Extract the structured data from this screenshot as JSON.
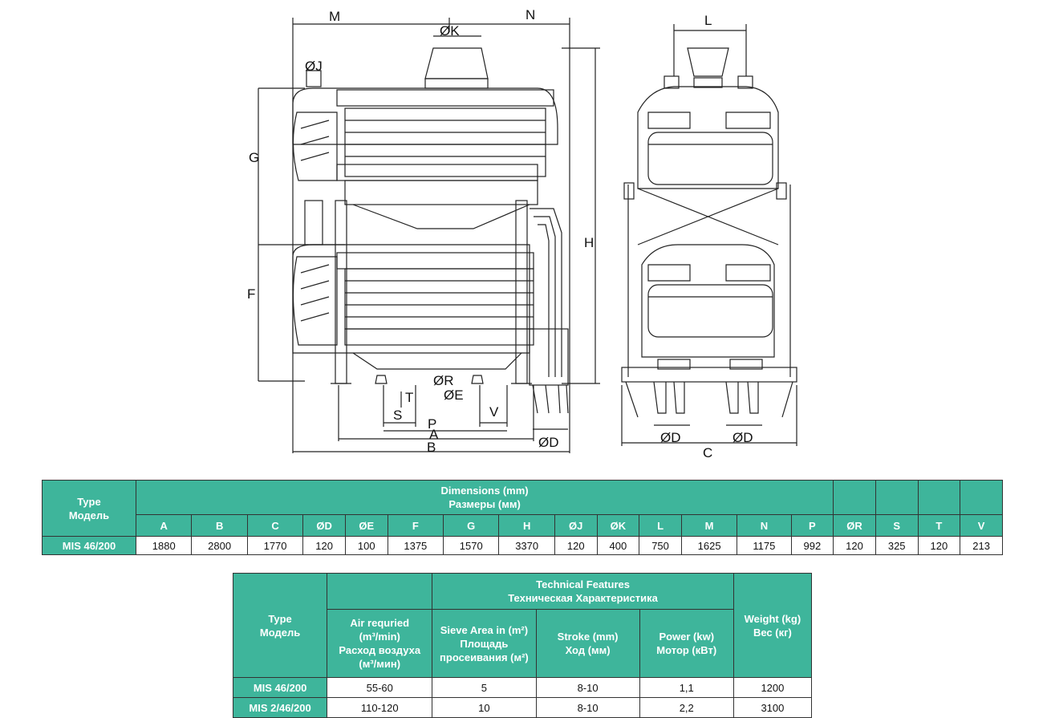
{
  "drawing": {
    "labels": {
      "M": "M",
      "N": "N",
      "K": "ØK",
      "J": "ØJ",
      "G": "G",
      "F": "F",
      "H": "H",
      "R": "ØR",
      "E": "ØE",
      "T": "T",
      "S": "S",
      "V": "V",
      "P": "P",
      "A": "A",
      "B": "B",
      "D": "ØD",
      "L": "L",
      "C": "C",
      "D1": "ØD",
      "D2": "ØD"
    }
  },
  "dimensions_table": {
    "type_header_en": "Type",
    "type_header_ru": "Модель",
    "dim_header_en": "Dimensions (mm)",
    "dim_header_ru": "Размеры (мм)",
    "columns": [
      "A",
      "B",
      "C",
      "ØD",
      "ØE",
      "F",
      "G",
      "H",
      "ØJ",
      "ØK",
      "L",
      "M",
      "N",
      "P",
      "ØR",
      "S",
      "T",
      "V"
    ],
    "rows": [
      {
        "model": "MIS 46/200",
        "values": [
          "1880",
          "2800",
          "1770",
          "120",
          "100",
          "1375",
          "1570",
          "3370",
          "120",
          "400",
          "750",
          "1625",
          "1175",
          "992",
          "120",
          "325",
          "120",
          "213"
        ]
      }
    ]
  },
  "tech_table": {
    "features_en": "Technical Features",
    "features_ru": "Техническая Характеристика",
    "type_en": "Type",
    "type_ru": "Модель",
    "air_en": "Air requried",
    "air_unit_en": "(m³/min)",
    "air_ru": "Расход воздуха",
    "air_unit_ru": "(м³/мин)",
    "sieve_en": "Sieve Area in (m²)",
    "sieve_ru1": "Площадь",
    "sieve_ru2": "просеивания (м²)",
    "stroke_en": "Stroke (mm)",
    "stroke_ru": "Ход (мм)",
    "power_en": "Power (kw)",
    "power_ru": "Мотор (кВт)",
    "weight_en": "Weight (kg)",
    "weight_ru": "Вес (кг)",
    "rows": [
      {
        "model": "MIS 46/200",
        "air": "55-60",
        "sieve": "5",
        "stroke": "8-10",
        "power": "1,1",
        "weight": "1200"
      },
      {
        "model": "MIS 2/46/200",
        "air": "110-120",
        "sieve": "10",
        "stroke": "8-10",
        "power": "2,2",
        "weight": "3100"
      }
    ]
  }
}
